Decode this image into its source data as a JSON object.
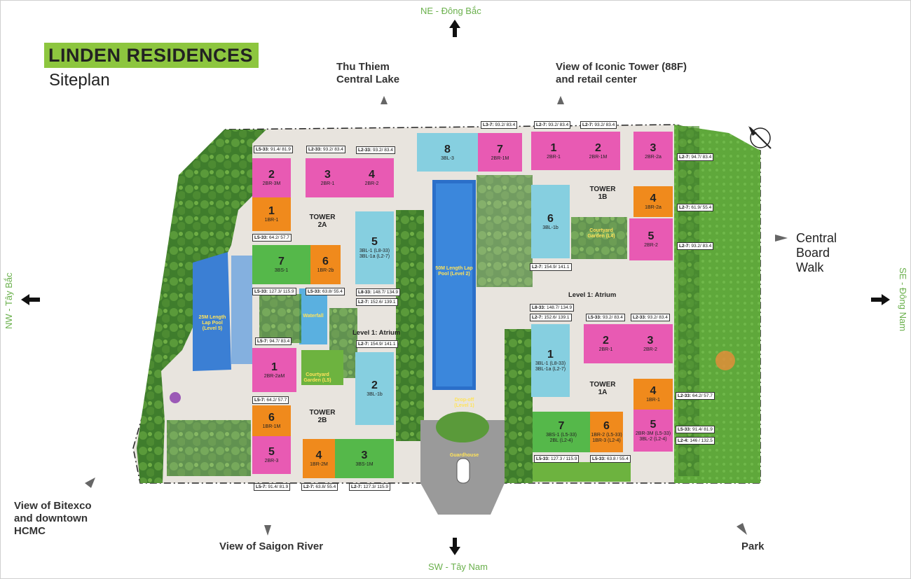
{
  "title": {
    "name": "LINDEN RESIDENCES",
    "subtitle": "Siteplan"
  },
  "directions": {
    "north": "NE - Đông Bắc",
    "south": "SW - Tây Nam",
    "west": "NW - Tây Bắc",
    "east": "SE - Đông Nam"
  },
  "views": {
    "lake_line1": "Thu Thiem",
    "lake_line2": "Central Lake",
    "tower_line1": "View of Iconic Tower (88F)",
    "tower_line2": "and retail center",
    "bitexco_line1": "View of Bitexco",
    "bitexco_line2": "and downtown",
    "bitexco_line3": "HCMC",
    "river": "View of Saigon River",
    "park": "Park",
    "board_line1": "Central",
    "board_line2": "Board",
    "board_line3": "Walk"
  },
  "towers": {
    "t2a_l1": "TOWER",
    "t2a_l2": "2A",
    "t2b_l1": "TOWER",
    "t2b_l2": "2B",
    "t1a_l1": "TOWER",
    "t1a_l2": "1A",
    "t1b_l1": "TOWER",
    "t1b_l2": "1B"
  },
  "atrium": {
    "left": "Level 1: Atrium",
    "right": "Level 1: Atrium"
  },
  "amenities": {
    "pool25": "25M Length Lap Pool (Level 5)",
    "pool50": "50M Length Lap Pool (Level 2)",
    "waterfall": "Waterfall",
    "courtyard5_l1": "Courtyard",
    "courtyard5_l2": "Garden (L5)",
    "courtyard4_l1": "Courtyard",
    "courtyard4_l2": "Garden (L4)",
    "dropoff": "Drop-off (Level 1)",
    "guardhouse": "Guardhouse"
  },
  "units": {
    "t2a": [
      {
        "num": "2",
        "type": "2BR-3M"
      },
      {
        "num": "3",
        "type": "2BR-1"
      },
      {
        "num": "4",
        "type": "2BR-2"
      },
      {
        "num": "1",
        "type": "1BR-1"
      },
      {
        "num": "5",
        "type_a": "3BL-1 (L8-33)",
        "type_b": "3BL-1a (L2-7)"
      },
      {
        "num": "7",
        "type": "3BS-1"
      },
      {
        "num": "6",
        "type": "1BR-2b"
      }
    ],
    "t2b": [
      {
        "num": "1",
        "type": "2BR-2aM"
      },
      {
        "num": "2",
        "type": "3BL-1b"
      },
      {
        "num": "6",
        "type": "1BR-1M"
      },
      {
        "num": "5",
        "type": "2BR-3"
      },
      {
        "num": "4",
        "type": "1BR-2M"
      },
      {
        "num": "3",
        "type": "3BS-1M"
      }
    ],
    "t1b": [
      {
        "num": "8",
        "type": "3BL-3"
      },
      {
        "num": "7",
        "type": "2BR-1M"
      },
      {
        "num": "1",
        "type": "2BR-1"
      },
      {
        "num": "2",
        "type": "2BR-1M"
      },
      {
        "num": "3",
        "type": "2BR-2a"
      },
      {
        "num": "4",
        "type": "1BR-2a"
      },
      {
        "num": "5",
        "type": "2BR-2"
      },
      {
        "num": "6",
        "type": "3BL-1b"
      }
    ],
    "t1a": [
      {
        "num": "1",
        "type_a": "3BL-1 (L8-33)",
        "type_b": "3BL-1a (L2-7)"
      },
      {
        "num": "2",
        "type": "2BR-1"
      },
      {
        "num": "3",
        "type": "2BR-2"
      },
      {
        "num": "4",
        "type": "1BR-1"
      },
      {
        "num": "5",
        "type_a": "2BR-3M (L5-33)",
        "type_b": "3BL-2 (L2-4)"
      },
      {
        "num": "7",
        "type_a": "3BS-1 (L5-33)",
        "type_b": "2BL (L2-4)"
      },
      {
        "num": "6",
        "type_a": "1BR-2 (L5-33)",
        "type_b": "1BR-3 (L2-4)"
      }
    ]
  },
  "tags": [
    {
      "lvl": "L5-33:",
      "val": "91.4/ 81.9"
    },
    {
      "lvl": "L2-33:",
      "val": "93.2/ 83.4"
    },
    {
      "lvl": "L2-33:",
      "val": "93.2/ 83.4"
    },
    {
      "lvl": "L5-33:",
      "val": "64.2/ 57.7"
    },
    {
      "lvl": "L5-33:",
      "val": "127.3/ 115.9"
    },
    {
      "lvl": "L5-33:",
      "val": "63.8/ 55.4"
    },
    {
      "lvl": "L8-33:",
      "val": "148.7/ 134.9"
    },
    {
      "lvl": "L2-7:",
      "val": "152.6/ 139.1"
    },
    {
      "lvl": "L5-7:",
      "val": "94.7/ 83.4"
    },
    {
      "lvl": "L2-7:",
      "val": "154.9/ 141.1"
    },
    {
      "lvl": "L5-7:",
      "val": "64.2/ 57.7"
    },
    {
      "lvl": "L5-7:",
      "val": "91.4/ 81.9"
    },
    {
      "lvl": "L2-7:",
      "val": "63.8/ 55.4"
    },
    {
      "lvl": "L2-7:",
      "val": "127.3/ 115.9"
    },
    {
      "lvl": "L3-7:",
      "val": "93.2/ 83.4"
    },
    {
      "lvl": "L2-7:",
      "val": "93.2/ 83.4"
    },
    {
      "lvl": "L2-7:",
      "val": "93.2/ 83.4"
    },
    {
      "lvl": "L2-7:",
      "val": "94.7/ 83.4"
    },
    {
      "lvl": "L2-7:",
      "val": "61.9/ 55.4"
    },
    {
      "lvl": "L2-7:",
      "val": "93.2/ 83.4"
    },
    {
      "lvl": "L2-7:",
      "val": "154.9/ 141.1"
    },
    {
      "lvl": "L8-33:",
      "val": "148.7/ 134.9"
    },
    {
      "lvl": "L2-7:",
      "val": "152.6/ 139.1"
    },
    {
      "lvl": "L5-33:",
      "val": "93.2/ 83.4"
    },
    {
      "lvl": "L2-33:",
      "val": "93.2/ 83.4"
    },
    {
      "lvl": "L2-33:",
      "val": "64.2/ 57.7"
    },
    {
      "lvl": "L5-33:",
      "val": "91.4/ 81.9"
    },
    {
      "lvl": "L2-4:",
      "val": "146 / 132.5"
    },
    {
      "lvl": "L5-33:",
      "val": "127.3 / 115.9"
    },
    {
      "lvl": "L5-33:",
      "val": "63.8 / 55.4"
    }
  ]
}
